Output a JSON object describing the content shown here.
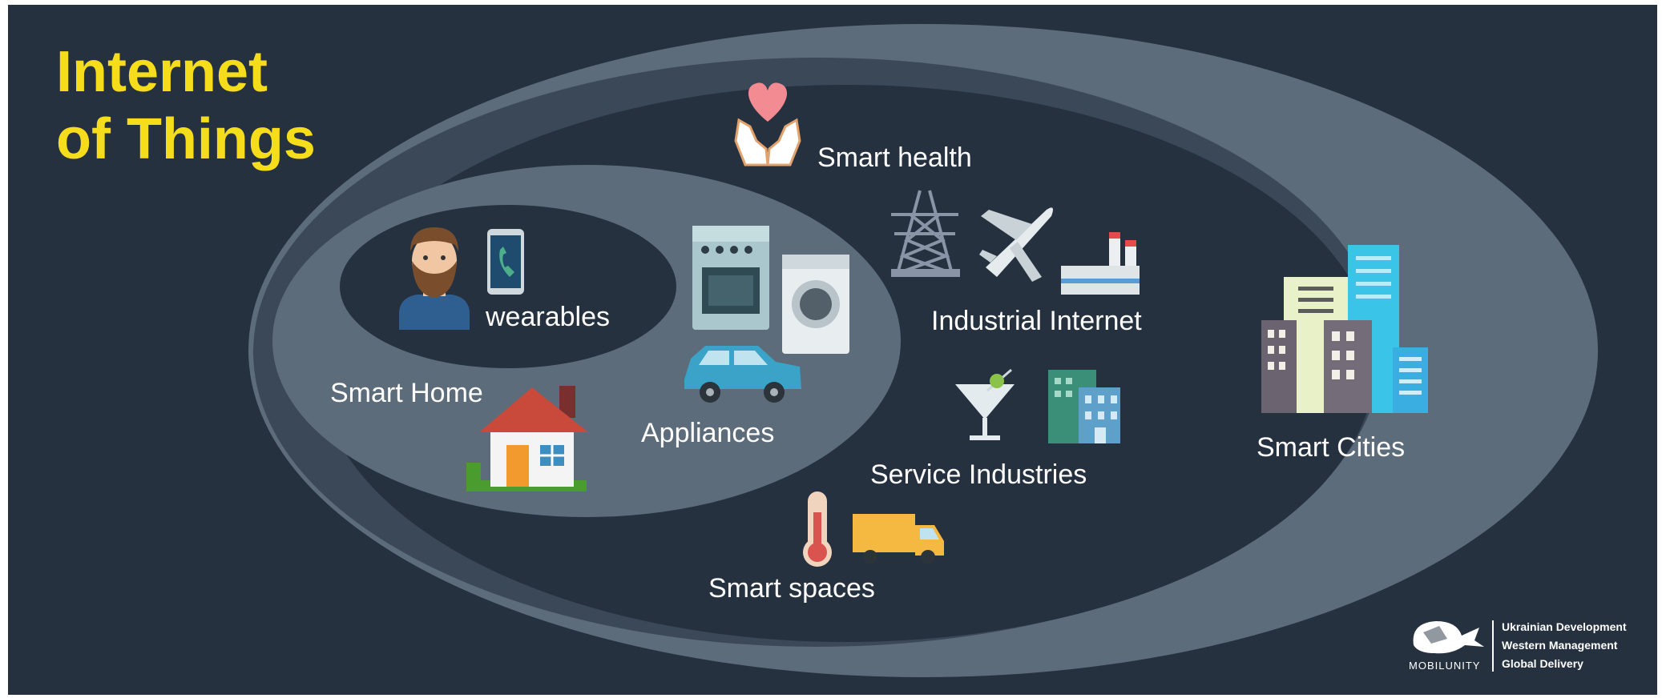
{
  "title": {
    "line1": "Internet",
    "line2": "of Things"
  },
  "labels": {
    "smart_health": "Smart health",
    "wearables": "wearables",
    "industrial_internet": "Industrial Internet",
    "smart_home": "Smart Home",
    "appliances": "Appliances",
    "service_industries": "Service Industries",
    "smart_spaces": "Smart spaces",
    "smart_cities": "Smart Cities"
  },
  "brand": {
    "name": "MOBILUNITY",
    "line1": "Ukrainian Development",
    "line2": "Western Management",
    "line3": "Global Delivery"
  },
  "colors": {
    "background": "#263140",
    "outer_ellipse": "#5d6c7a",
    "accent_title": "#f6dd1c"
  },
  "icons": [
    "heart-hands-icon",
    "person-icon",
    "smartphone-icon",
    "stove-icon",
    "washing-machine-icon",
    "car-icon",
    "house-icon",
    "power-tower-icon",
    "airplane-icon",
    "factory-icon",
    "cocktail-icon",
    "office-building-icon",
    "thermometer-icon",
    "truck-icon",
    "skyline-icon",
    "whale-logo-icon"
  ]
}
